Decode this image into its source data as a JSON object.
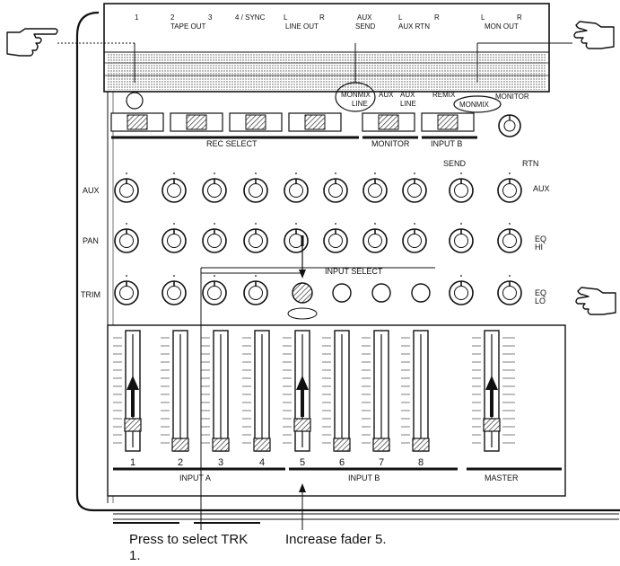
{
  "connectors": [
    "1",
    "2",
    "TAPE OUT",
    "3",
    "4 / SYNC",
    "L",
    "LINE OUT",
    "R",
    "AUX",
    "SEND",
    "L",
    "AUX RTN",
    "R",
    "L",
    "MON OUT",
    "R"
  ],
  "selector_labels": [
    "MONMIX",
    "LINE",
    "AUX",
    "AUX",
    "LINE",
    "REMIX",
    "MONMIX",
    "MONITOR"
  ],
  "sections": {
    "rec_select": "REC SELECT",
    "monitor": "MONITOR",
    "input_b": "INPUT B",
    "send": "SEND",
    "input_select": "INPUT SELECT",
    "rtn": "RTN"
  },
  "rows": {
    "aux": "AUX",
    "pan": "PAN",
    "trim": "TRIM",
    "aux_right": "AUX",
    "eq_hi": "EQ HI",
    "eq_lo": "EQ LO"
  },
  "channels": [
    "1",
    "2",
    "3",
    "4",
    "5",
    "6",
    "7",
    "8"
  ],
  "groups": {
    "input_a": "INPUT A",
    "input_b": "INPUT B",
    "master": "MASTER"
  },
  "captions": {
    "press": "Press to select TRK 1.",
    "increase": "Increase fader 5."
  },
  "colors": {
    "ink": "#111111",
    "panel": "#ffffff",
    "shade": "#9a9a9a"
  }
}
